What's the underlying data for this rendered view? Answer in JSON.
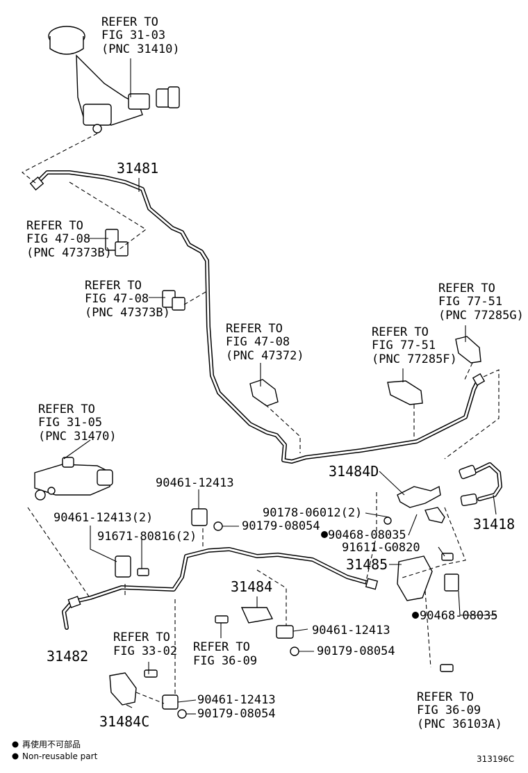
{
  "labels": {
    "ref_31410": [
      "REFER TO",
      "FIG 31-03",
      "(PNC 31410)"
    ],
    "ref_47373B_1": [
      "REFER TO",
      "FIG 47-08",
      "(PNC 47373B)"
    ],
    "ref_47373B_2": [
      "REFER TO",
      "FIG 47-08",
      "(PNC 47373B)"
    ],
    "ref_47372": [
      "REFER TO",
      "FIG 47-08",
      "(PNC 47372)"
    ],
    "ref_77285F": [
      "REFER TO",
      "FIG 77-51",
      "(PNC 77285F)"
    ],
    "ref_77285G": [
      "REFER TO",
      "FIG 77-51",
      "(PNC 77285G)"
    ],
    "ref_31470": [
      "REFER TO",
      "FIG 31-05",
      "(PNC 31470)"
    ],
    "ref_33_02": [
      "REFER TO",
      "FIG 33-02"
    ],
    "ref_36_09": [
      "REFER TO",
      "FIG 36-09"
    ],
    "ref_36103A": [
      "REFER TO",
      "FIG 36-09",
      "(PNC 36103A)"
    ]
  },
  "parts": {
    "p31481": "31481",
    "p31484D": "31484D",
    "p31418": "31418",
    "p31485": "31485",
    "p31484": "31484",
    "p31482": "31482",
    "p31484C": "31484C",
    "p90461_12413_a": "90461-12413",
    "p90179_08054_a": "90179-08054",
    "p90178_06012": "90178-06012(2)",
    "p90468_08035_a": "90468-08035",
    "p91611_G0820": "91611-G0820",
    "p90468_08035_b": "90468-08035",
    "p90461_12413_2": "90461-12413(2)",
    "p91671_80816": "91671-80816(2)",
    "p90461_12413_b": "90461-12413",
    "p90179_08054_b": "90179-08054",
    "p90461_12413_c": "90461-12413",
    "p90179_08054_c": "90179-08054"
  },
  "legend": {
    "jp": "再使用不可部品",
    "en": "Non-reusable part"
  },
  "figure_id": "313196C"
}
